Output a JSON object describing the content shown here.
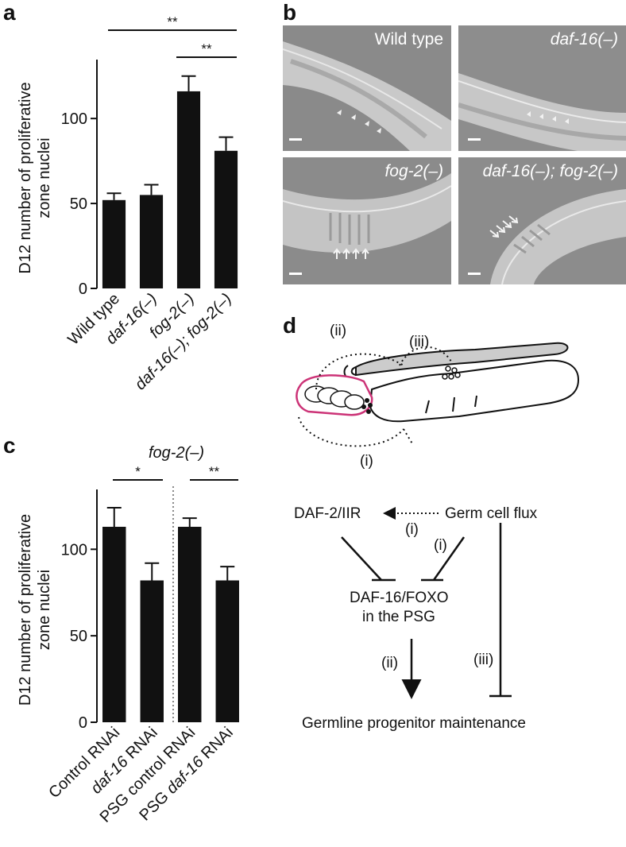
{
  "panels": {
    "a": "a",
    "b": "b",
    "c": "c",
    "d": "d"
  },
  "panel_a": {
    "ylabel_line1": "D12 number of proliferative",
    "ylabel_line2": "zone nuclei",
    "sig": [
      "**",
      "**"
    ]
  },
  "panel_b": {
    "images": [
      {
        "label": "Wild type",
        "italic": false
      },
      {
        "label": "daf-16(–)",
        "italic": true
      },
      {
        "label": "fog-2(–)",
        "italic": true
      },
      {
        "label": "daf-16(–); fog-2(–)",
        "italic": true
      }
    ]
  },
  "panel_c": {
    "title": "fog-2(–)",
    "ylabel_line1": "D12 number of proliferative",
    "ylabel_line2": "zone nuclei",
    "sig": [
      "*",
      "**"
    ]
  },
  "panel_d": {
    "labels": {
      "ii_top": "(ii)",
      "iii_top": "(iii)",
      "i_bottom": "(i)"
    },
    "nodes": {
      "daf2": "DAF-2/IIR",
      "flux": "Germ cell flux",
      "daf16_line1": "DAF-16/FOXO",
      "daf16_line2": "in the PSG",
      "germline": "Germline progenitor maintenance"
    },
    "edge_labels": {
      "flux_to_daf2": "(i)",
      "flux_to_daf16": "(i)",
      "daf16_to_germline": "(ii)",
      "flux_to_germline": "(iii)"
    },
    "colors": {
      "outline": "#cc3377",
      "shade": "#cccccc"
    }
  },
  "chart_data": [
    {
      "type": "bar",
      "panel": "a",
      "categories": [
        "Wild type",
        "daf-16(–)",
        "fog-2(–)",
        "daf-16(–); fog-2(–)"
      ],
      "values": [
        52,
        55,
        116,
        81
      ],
      "errors": [
        4,
        6,
        9,
        8
      ],
      "ylabel": "D12 number of proliferative zone nuclei",
      "ylim": [
        0,
        130
      ],
      "yticks": [
        0,
        50,
        100
      ],
      "significance": [
        {
          "from": 0,
          "to": 3,
          "label": "**"
        },
        {
          "from": 2,
          "to": 3,
          "label": "**"
        }
      ]
    },
    {
      "type": "bar",
      "panel": "c",
      "title": "fog-2(–)",
      "categories": [
        "Control RNAi",
        "daf-16 RNAi",
        "PSG control RNAi",
        "PSG daf-16 RNAi"
      ],
      "values": [
        113,
        82,
        113,
        82
      ],
      "errors": [
        11,
        10,
        5,
        8
      ],
      "ylabel": "D12 number of proliferative zone nuclei",
      "ylim": [
        0,
        130
      ],
      "yticks": [
        0,
        50,
        100
      ],
      "significance": [
        {
          "from": 0,
          "to": 1,
          "label": "*"
        },
        {
          "from": 2,
          "to": 3,
          "label": "**"
        }
      ]
    }
  ]
}
